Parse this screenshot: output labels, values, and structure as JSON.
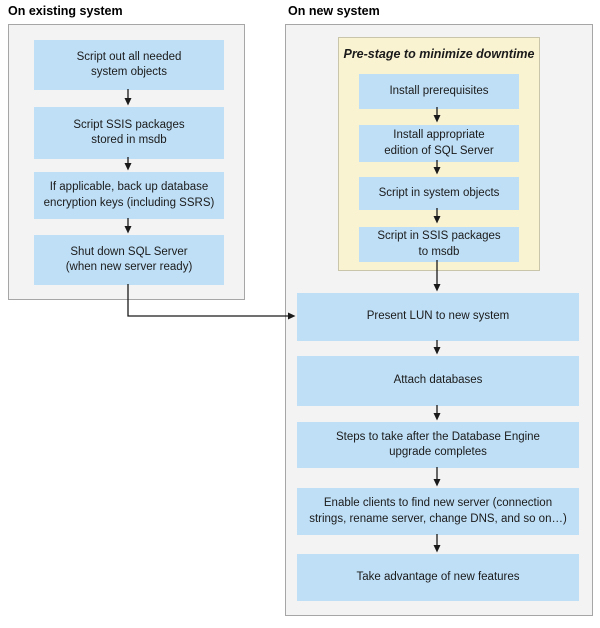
{
  "left_column": {
    "header": "On existing system",
    "steps": [
      "Script out all needed\nsystem objects",
      "Script SSIS packages\nstored in msdb",
      "If applicable, back up database\nencryption keys (including SSRS)",
      "Shut down SQL Server\n(when new server ready)"
    ]
  },
  "right_column": {
    "header": "On new system",
    "prestage": {
      "title": "Pre-stage to minimize downtime",
      "steps": [
        "Install prerequisites",
        "Install appropriate\nedition of SQL Server",
        "Script in system objects",
        "Script in SSIS packages\nto msdb"
      ]
    },
    "steps": [
      "Present LUN to new system",
      "Attach databases",
      "Steps to take after the Database Engine\nupgrade completes",
      "Enable clients to find new server (connection\nstrings, rename server, change DNS, and so on…)",
      "Take advantage of new features"
    ]
  },
  "colors": {
    "step_box_blue": "#bfdff6",
    "prestage_yellow": "#faf3d2",
    "panel_grey": "#f3f3f3",
    "panel_border_grey": "#a6a6a6",
    "text_ink": "#1b1b1b"
  }
}
